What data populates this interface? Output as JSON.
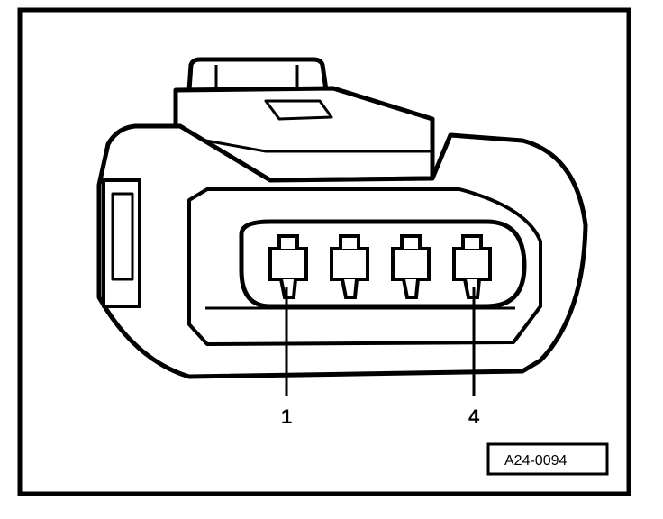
{
  "figure": {
    "pin_labels": {
      "first": "1",
      "last": "4"
    },
    "reference_code": "A24-0094"
  },
  "colors": {
    "ink": "#000000",
    "paper": "#ffffff",
    "shade": "#d8d8d8"
  }
}
